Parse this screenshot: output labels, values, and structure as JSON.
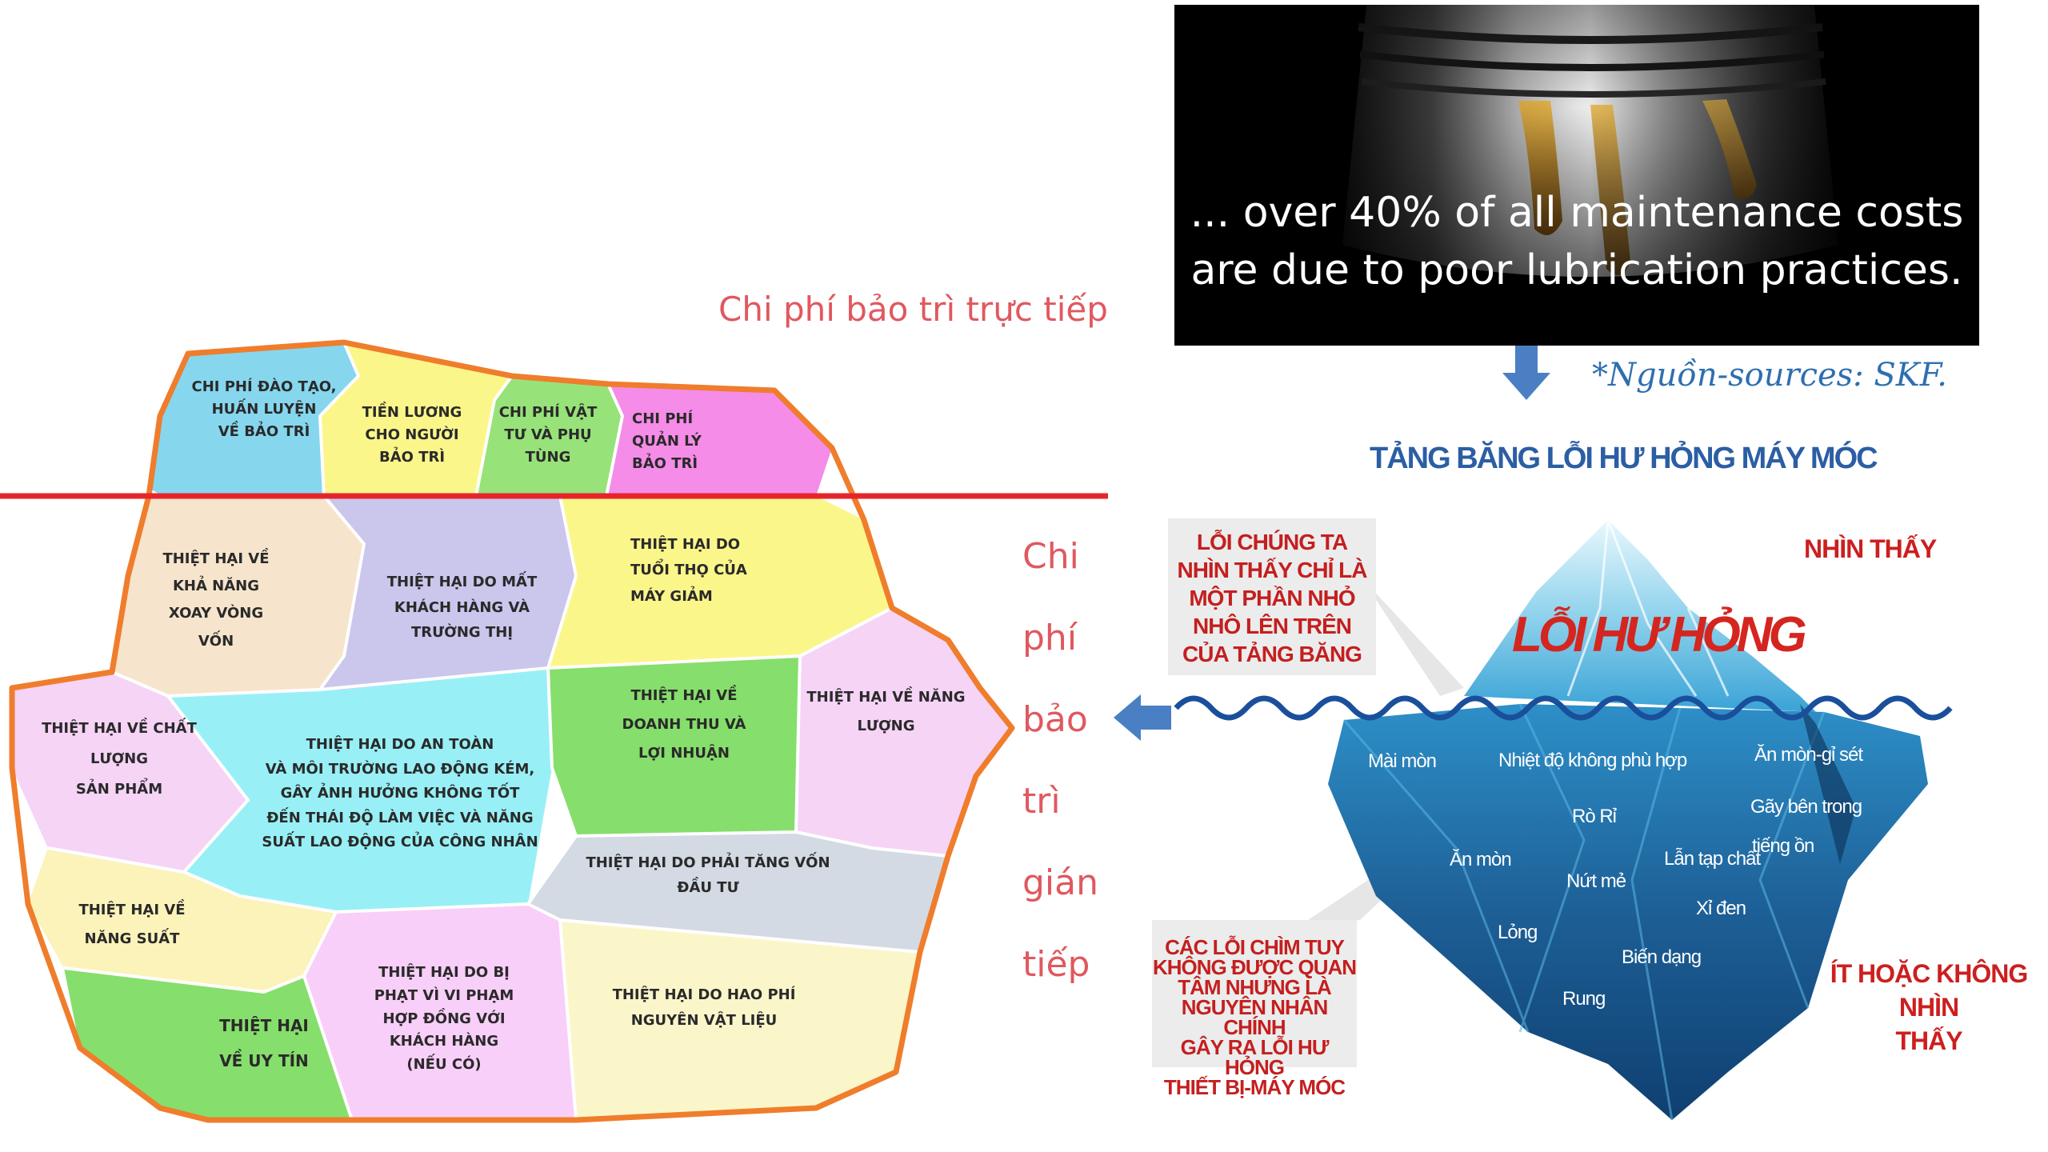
{
  "left_diagram": {
    "heading_direct": "Chi phí bảo trì trực tiếp",
    "heading_indirect_lines": [
      "Chi",
      "phí",
      "bảo",
      "trì",
      "gián",
      "tiếp"
    ],
    "direct_cost_cells": [
      "CHI PHÍ ĐÀO TẠO,\nHUẤN LUYỆN\nVỀ BẢO TRÌ",
      "TIỀN LƯƠNG\nCHO NGƯỜI\nBẢO TRÌ",
      "CHI  PHÍ  VẬT\nTƯ VÀ PHỤ\nTÙNG",
      "CHI PHÍ\nQUẢN LÝ\nBẢO TRÌ"
    ],
    "indirect_cost_cells": [
      "THIỆT HẠI VỀ\nKHẢ NĂNG\nXOAY VÒNG\nVỐN",
      "THIỆT HẠI DO MẤT\nKHÁCH HÀNG VÀ\nTRƯỜNG THỊ",
      "THIỆT HẠI DO\nTUỔI THỌ CỦA\nMÁY GIẢM",
      "THIỆT HẠI VỀ CHẤT LƯỢNG\nSẢN PHẨM",
      "THIỆT HẠI DO AN TOÀN\nVÀ MÔI TRƯỜNG LAO ĐỘNG KÉM,\nGÂY ẢNH HƯỞNG KHÔNG TỐT\nĐẾN THÁI ĐỘ LÀM VIỆC VÀ NĂNG\nSUẤT LAO ĐỘNG CỦA CÔNG NHÂN",
      "THIỆT HẠI VỀ\nDOANH THU VÀ\nLỢI NHUẬN",
      "THIỆT HẠI VỀ NĂNG\nLƯỢNG",
      "THIỆT HẠI  DO PHẢI TĂNG VỐN\nĐẦU TƯ",
      "THIỆT HẠI VỀ\nNĂNG SUẤT",
      "THIỆT HẠI DO BỊ\nPHẠT VÌ VI PHẠM\nHỢP ĐỒNG VỚI\nKHÁCH HÀNG\n(NẾU CÓ)",
      "THIỆT HẠI  DO HAO PHÍ\nNGUYÊN VẬT LIỆU",
      "THIỆT HẠI\nVỀ UY TÍN"
    ],
    "colors": {
      "outline": "#ef7d2c",
      "divider": "#e8242b",
      "heading": "#e0585f"
    }
  },
  "photo": {
    "caption": "... over 40% of all maintenance costs\nare due to poor lubrication practices."
  },
  "source_note": "*Nguồn-sources: SKF.",
  "iceberg": {
    "title": "TẢNG BĂNG LỖI HƯ HỎNG MÁY MÓC",
    "visible_label": "NHÌN THẤY",
    "hidden_label": "ÍT HOẶC KHÔNG NHÌN\nTHẤY",
    "top_note": "LỖI CHÚNG TA\nNHÌN THẤY CHỈ LÀ\nMỘT PHẦN NHỎ\nNHÔ LÊN TRÊN\nCỦA TẢNG BĂNG",
    "bottom_note": "CÁC LỖI CHÌM TUY\nKHÔNG ĐƯỢC QUAN\nTÂM NHƯNG LÀ\nNGUYÊN NHÂN CHÍNH\nGÂY RA LỖI HƯ HỎNG\nTHIẾT BỊ-MÁY MÓC",
    "tip_label": "LỖI HƯ HỎNG",
    "underwater_items": [
      "Mài mòn",
      "Nhiệt độ không phù hợp",
      "Ăn mòn-gỉ sét",
      "Gãy bên trong",
      "Rò Rỉ",
      "tiếng ồn",
      "Ăn mòn",
      "Lẫn tạp chất",
      "Nứt mẻ",
      "Xỉ đen",
      "Lỏng",
      "Biến dạng",
      "Rung"
    ],
    "colors": {
      "title": "#2b5ea4",
      "red": "#cc1f1f",
      "water_line": "#1a4f9c",
      "ice_deep": "#0f3f70",
      "ice_light": "#3aa3d6"
    }
  }
}
